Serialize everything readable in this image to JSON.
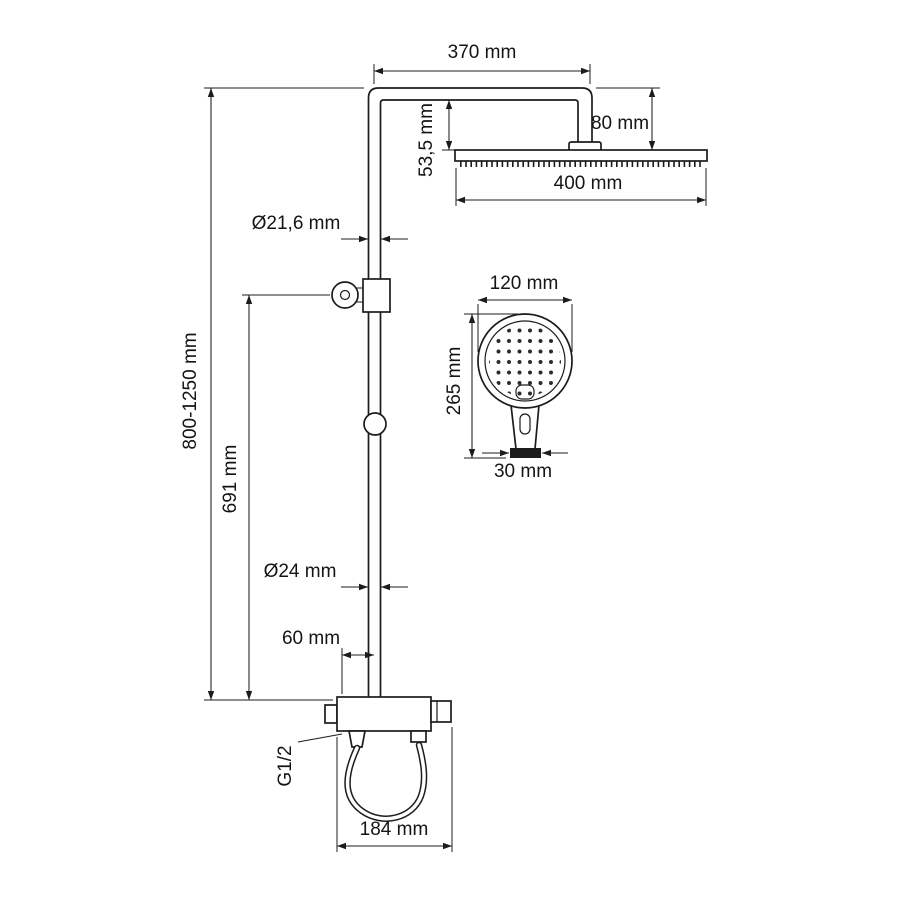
{
  "drawing": {
    "title": "Shower column technical dimension drawing",
    "colors": {
      "line": "#1c1c1c",
      "background": "#ffffff"
    },
    "labels": {
      "arm_length": "370 mm",
      "head_drop": "80 mm",
      "arm_offset": "53,5 mm",
      "head_width": "400 mm",
      "pipe_diameter_upper": "Ø21,6 mm",
      "column_height": "800-1250 mm",
      "bracket_height": "691 mm",
      "pipe_diameter_lower": "Ø24 mm",
      "mixer_offset": "60 mm",
      "thread": "G1/2",
      "mixer_width": "184 mm",
      "handshower_diameter": "120 mm",
      "handshower_length": "265 mm",
      "handshower_cap": "30 mm"
    }
  }
}
